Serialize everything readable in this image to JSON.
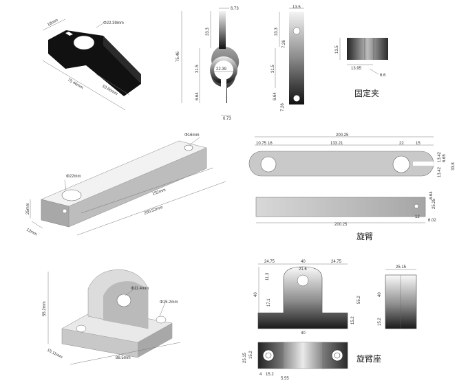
{
  "captions": {
    "clamp": "固定夹",
    "arm": "旋臂",
    "base": "旋臂座"
  },
  "clamp": {
    "iso": {
      "bore": "Φ22.39mm",
      "thick": "18mm",
      "len": "75.46mm",
      "arm": "10.66mm"
    },
    "front": {
      "slot_top": "6.73",
      "h_top": "33.3",
      "total": "75.46",
      "h_mid": "31.5",
      "bore": "22.39",
      "h_bot": "6.64",
      "slot_bot": "6.73"
    },
    "side": {
      "width": "13.5",
      "h_top": "33.3",
      "hole": "7.26",
      "h_mid": "31.5",
      "h_bot": "6.64",
      "hole_b": "7.26"
    },
    "top": {
      "h": "13.5",
      "w": "13.95",
      "gap": "6.6"
    }
  },
  "arm": {
    "iso": {
      "hole_s": "Φ16mm",
      "bore": "Φ22mm",
      "len": "152mm",
      "total": "200.52mm",
      "h": "25mm",
      "t": "12mm"
    },
    "top": {
      "total": "200.25",
      "d1": "10.75",
      "d2": "16",
      "span": "133.21",
      "d3": "22",
      "d4": "15",
      "w1": "13.42",
      "w2": "6.65",
      "w3": "33.8",
      "w4": "13.42"
    },
    "side": {
      "total": "200.25",
      "h1": "6.64",
      "h2": "25.25",
      "h3": "12",
      "h4": "6.02"
    }
  },
  "base": {
    "iso": {
      "h": "55.2mm",
      "bore": "Φ11.4mm",
      "hole": "Φ15.2mm",
      "w": "88.5mm",
      "t": "15.11mm"
    },
    "front": {
      "w1": "24.75",
      "w2": "40",
      "w3": "24.75",
      "top": "21.6",
      "h1": "11.3",
      "h2": "40",
      "h3": "17.1",
      "h4": "15.2",
      "total": "55.2",
      "bot": "40"
    },
    "side": {
      "w": "25.15",
      "h": "40",
      "b": "15.2"
    },
    "top": {
      "d1": "25.15",
      "d2": "15.2",
      "d3": "4",
      "d4": "15.2",
      "d5": "5.55"
    }
  }
}
